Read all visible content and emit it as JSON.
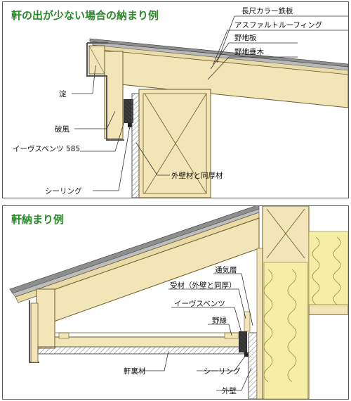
{
  "top": {
    "title": "軒の出が少ない場合の納まり例",
    "labels": {
      "steel": "長尺カラー鉄板",
      "asphalt": "アスファルトルーフィング",
      "roof_board": "野地板",
      "batten": "野地垂木",
      "yodo": "淀",
      "hafu": "破風",
      "vent": "イーヴスベンツ 585",
      "sealing": "シーリング",
      "wall_mat": "外壁材と同厚材"
    }
  },
  "bottom": {
    "title": "軒納まり例",
    "labels": {
      "air": "通気層",
      "receiver": "受材（外壁と同厚）",
      "vent": "イーヴスベンツ",
      "edge": "野縁",
      "soffit": "軒裏材",
      "sealing": "シーリング",
      "wall": "外壁"
    }
  },
  "colors": {
    "title_green": "#2a8a2a",
    "wood": "#f2e6b8",
    "wood_line": "#6d5a2a",
    "insulation": "#f4eea6",
    "roof_gray": "#a9a9a9",
    "metal": "#cfcfcf"
  }
}
